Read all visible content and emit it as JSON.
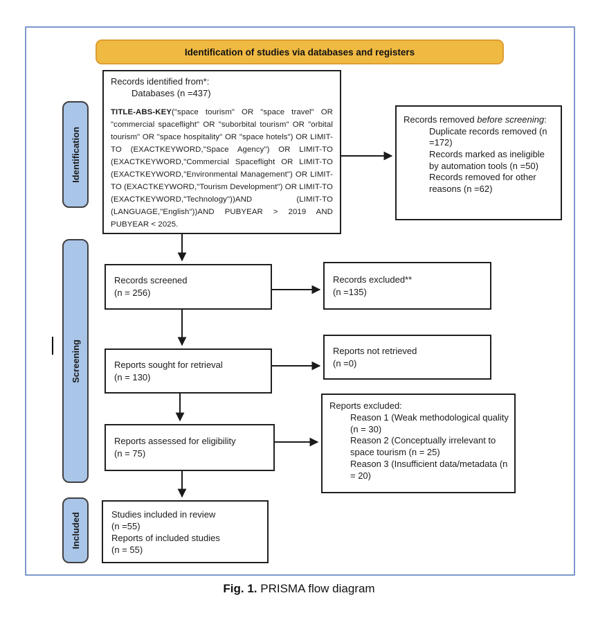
{
  "figure": {
    "banner": "Identification of studies via databases and registers",
    "caption_bold": "Fig. 1.",
    "caption_rest": " PRISMA flow diagram"
  },
  "stage_labels": {
    "identification": "Identification",
    "screening": "Screening",
    "included": "Included"
  },
  "colors": {
    "banner_fill": "#efb942",
    "banner_border": "#dd9e33",
    "stage_label_fill": "#a9c5e8",
    "stage_label_border": "#404040",
    "frame_border": "#7b99cc",
    "box_border": "#1f1f1f",
    "arrow": "#1a1a1a"
  },
  "boxes": {
    "identified": {
      "line1": "Records identified from*:",
      "line2": "Databases (n =437)",
      "query_bold": "TITLE-ABS-KEY",
      "query_rest": "(\"space tourism\" OR \"space travel\" OR \"commercial spaceflight\" OR \"suborbital tourism\" OR \"orbital tourism\" OR \"space hospitality\" OR \"space hotels\") OR LIMIT-TO (EXACTKEYWORD,\"Space Agency\") OR LIMIT-TO (EXACTKEYWORD,\"Commercial Spaceflight OR LIMIT-TO (EXACTKEYWORD,\"Environmental Management\") OR LIMIT-TO (EXACTKEYWORD,\"Tourism Development\") OR LIMIT-TO (EXACTKEYWORD,\"Technology\"))AND (LIMIT-TO (LANGUAGE,\"English\"))AND PUBYEAR > 2019 AND PUBYEAR < 2025."
    },
    "removed": {
      "title_pre": "Records removed ",
      "title_italic": "before screening",
      "title_post": ":",
      "items": [
        "Duplicate records removed (n =172)",
        "Records marked as ineligible by automation tools (n =50)",
        "Records removed for other reasons (n =62)"
      ]
    },
    "screened": {
      "line1": "Records screened",
      "line2": "(n = 256)"
    },
    "excluded": {
      "line1": "Records excluded**",
      "line2": "(n =135)"
    },
    "sought": {
      "line1": "Reports sought for retrieval",
      "line2": "(n = 130)"
    },
    "not_retrieved": {
      "line1": "Reports not retrieved",
      "line2": "(n =0)"
    },
    "assessed": {
      "line1": "Reports assessed for eligibility",
      "line2": "(n = 75)"
    },
    "reports_excluded": {
      "title": "Reports excluded:",
      "items": [
        "Reason 1 (Weak methodological quality (n = 30)",
        "Reason 2 (Conceptually irrelevant to space tourism (n = 25)",
        "Reason 3 (Insufficient data/metadata (n = 20)"
      ]
    },
    "included_final": {
      "line1": "Studies included in review",
      "line2": "(n =55)",
      "line3": "Reports of included studies",
      "line4": "(n = 55)"
    }
  }
}
